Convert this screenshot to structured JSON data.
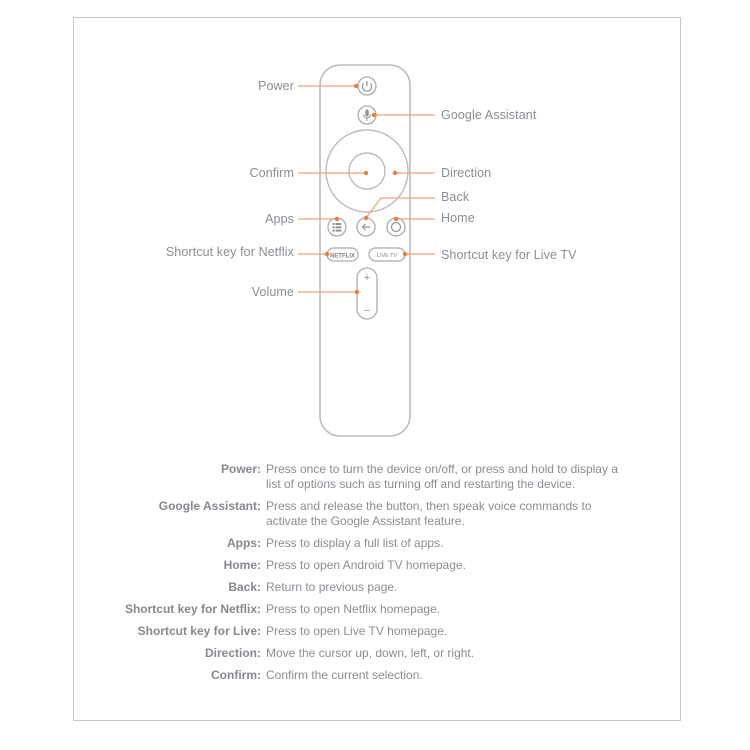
{
  "diagram": {
    "title": "Remote control button layout",
    "accent_color": "#f07c3a",
    "outline_color": "#b8bcc1",
    "remote_buttons": {
      "power_icon": "power-icon",
      "mic_icon": "microphone-icon",
      "apps_icon": "apps-grid-icon",
      "back_icon": "back-arrow-icon",
      "home_icon": "home-circle-icon",
      "netflix_key_text": "NETFLIX",
      "live_tv_key_text": "LIVE TV",
      "volume_up": "+",
      "volume_down": "−"
    },
    "callouts_left": [
      {
        "id": "power",
        "label": "Power"
      },
      {
        "id": "confirm",
        "label": "Confirm"
      },
      {
        "id": "apps",
        "label": "Apps"
      },
      {
        "id": "netflix",
        "label": "Shortcut key for Netflix"
      },
      {
        "id": "volume",
        "label": "Volume"
      }
    ],
    "callouts_right": [
      {
        "id": "google_assistant",
        "label": "Google Assistant"
      },
      {
        "id": "direction",
        "label": "Direction"
      },
      {
        "id": "back",
        "label": "Back"
      },
      {
        "id": "home",
        "label": "Home"
      },
      {
        "id": "live_tv",
        "label": "Shortcut key for Live TV"
      }
    ]
  },
  "descriptions": [
    {
      "term": "Power:",
      "text": "Press once to turn the device on/off, or press and hold to display a list of options such as turning off and restarting the device."
    },
    {
      "term": "Google Assistant:",
      "text": "Press and release the button, then speak voice commands to activate the Google Assistant feature."
    },
    {
      "term": "Apps:",
      "text": "Press to display a full list of apps."
    },
    {
      "term": "Home:",
      "text": "Press to open Android TV homepage."
    },
    {
      "term": "Back:",
      "text": "Return to previous page."
    },
    {
      "term": "Shortcut key for Netflix:",
      "text": "Press to open Netflix homepage."
    },
    {
      "term": "Shortcut key for Live:",
      "text": "Press to open Live TV homepage."
    },
    {
      "term": "Direction:",
      "text": "Move the cursor up, down, left, or right."
    },
    {
      "term": "Confirm:",
      "text": "Confirm the current selection."
    }
  ]
}
